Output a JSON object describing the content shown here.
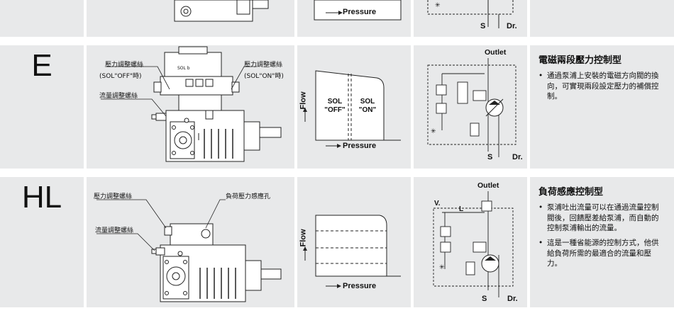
{
  "top_row": {
    "graph_xlabel": "Pressure",
    "circuit_s": "S",
    "circuit_dr": "Dr."
  },
  "rows": [
    {
      "code": "E",
      "labels": {
        "pressure_screw_off": "壓力調整螺絲",
        "sol_off": "(SOL\"OFF\"時)",
        "pressure_screw_on": "壓力調整螺絲",
        "sol_on": "(SOL\"ON\"時)",
        "flow_screw": "流量調整螺絲"
      },
      "graph": {
        "ylabel": "Flow",
        "xlabel": "Pressure",
        "left_region": "SOL\n\"OFF\"",
        "right_region": "SOL\n\"ON\""
      },
      "circuit": {
        "outlet": "Outlet",
        "s": "S",
        "dr": "Dr."
      },
      "title": "電磁兩段壓力控制型",
      "bullets": [
        "通過泵浦上安裝的電磁方向閥的換向，可實現兩段設定壓力的補償控制。"
      ]
    },
    {
      "code": "HL",
      "labels": {
        "pressure_screw": "壓力調整螺絲",
        "load_sensing_port": "負荷壓力感應孔",
        "flow_screw": "流量調整螺絲"
      },
      "graph": {
        "ylabel": "Flow",
        "xlabel": "Pressure"
      },
      "circuit": {
        "outlet": "Outlet",
        "v": "V.",
        "l": "L",
        "s": "S",
        "dr": "Dr."
      },
      "title": "負荷感應控制型",
      "bullets": [
        "泵浦吐出流量可以在通過流量控制閥後，回饋壓差給泵浦，而自動的控制泵浦輸出的流量。",
        "這是一種省能源的控制方式，他供給負荷所需的最適合的流量和壓力。"
      ]
    }
  ]
}
